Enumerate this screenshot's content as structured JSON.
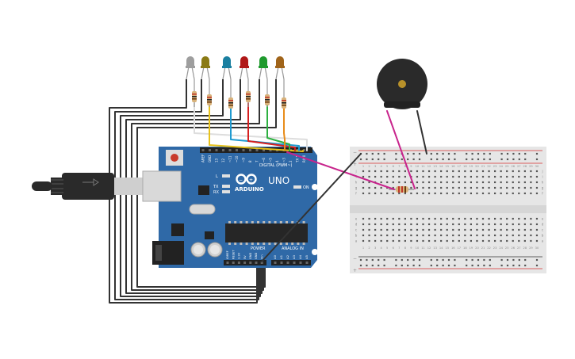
{
  "board": {
    "brand": "ARDUINO",
    "model": "UNO",
    "digital_label": "DIGITAL (PWM~)",
    "analog_label": "ANALOG IN",
    "power_label": "POWER",
    "on_label": "ON",
    "l_label": "L",
    "tx_label": "TX",
    "rx_label": "RX",
    "header_top_labels": [
      "AREF",
      "GND",
      "13",
      "12",
      "~11",
      "~10",
      "~9",
      "8",
      "7",
      "~6",
      "~5",
      "4",
      "~3",
      "2",
      "TX 1",
      "RX 0"
    ],
    "power_pin_labels": [
      "IOREF",
      "RESET",
      "3.3V",
      "5V",
      "GND",
      "GND",
      "Vin"
    ],
    "analog_pin_labels": [
      "A0",
      "A1",
      "A2",
      "A3",
      "A4",
      "A5"
    ]
  },
  "breadboard": {
    "column_numbers": [
      "1",
      "2",
      "3",
      "4",
      "5",
      "6",
      "7",
      "8",
      "9",
      "10",
      "11",
      "12",
      "13",
      "14",
      "15",
      "16",
      "17",
      "18",
      "19",
      "20",
      "21",
      "22",
      "23",
      "24",
      "25",
      "26",
      "27",
      "28",
      "29",
      "30"
    ],
    "row_letters_top": [
      "j",
      "i",
      "h",
      "g",
      "f"
    ],
    "row_letters_bottom": [
      "e",
      "d",
      "c",
      "b",
      "a"
    ],
    "rail_minus": "−",
    "rail_plus": "+"
  },
  "leds": [
    {
      "color": "#9e9e9e"
    },
    {
      "color": "#8a7a14"
    },
    {
      "color": "#1a7fa0"
    },
    {
      "color": "#b01818"
    },
    {
      "color": "#1f9a2e"
    },
    {
      "color": "#a0641a"
    }
  ],
  "wire_colors": {
    "ground": "#333333",
    "led1": "#dddddd",
    "led2": "#e8c21a",
    "led3": "#1f9ad0",
    "led4": "#d62020",
    "led5": "#2db040",
    "led6": "#e88c1a",
    "buzzer": "#c8248c"
  },
  "colors": {
    "board": "#2f69a7",
    "breadboard": "#e6e6e6",
    "rail_red": "#d43030"
  }
}
